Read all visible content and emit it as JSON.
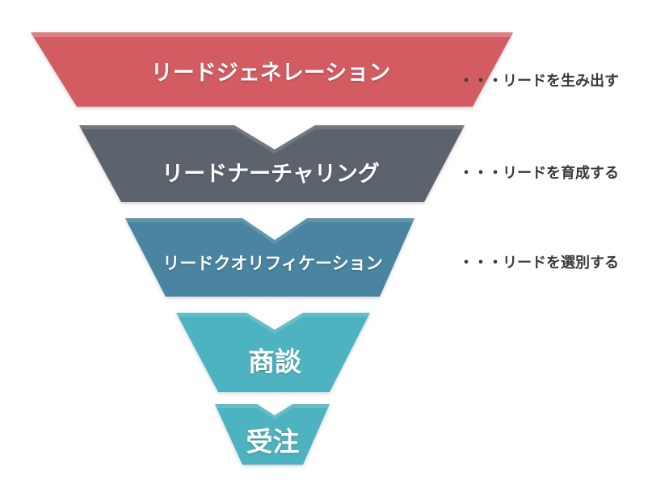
{
  "funnel": {
    "stages": [
      {
        "label": "リードジェネレーション",
        "color": "#d25b62",
        "note": "・・・リードを生み出す"
      },
      {
        "label": "リードナーチャリング",
        "color": "#5c636d",
        "note": "・・・リードを育成する"
      },
      {
        "label": "リードクオリフィケーション",
        "color": "#4984a0",
        "note": "・・・リードを選別する"
      },
      {
        "label": "商談",
        "color": "#4db3c1",
        "note": ""
      },
      {
        "label": "受注",
        "color": "#4db3c1",
        "note": ""
      }
    ]
  }
}
